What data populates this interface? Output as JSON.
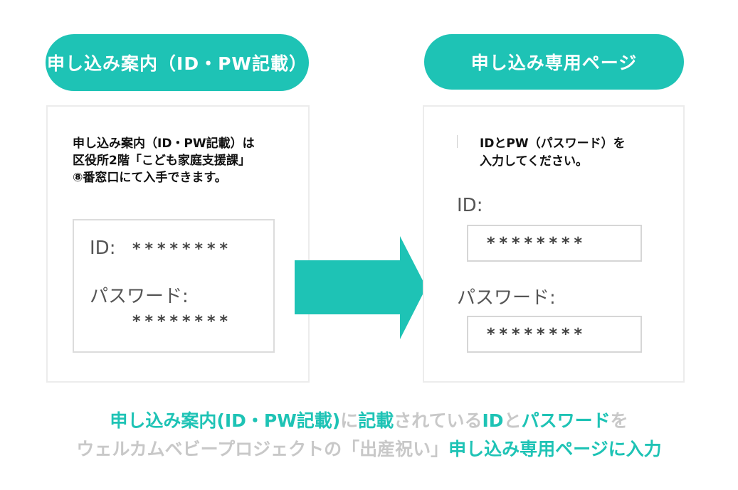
{
  "colors": {
    "accent": "#1ec3b5",
    "muted": "#c8c8c8"
  },
  "left_header": "申し込み案内（ID・PW記載）",
  "right_header": "申し込み専用ページ",
  "left_card": {
    "lines": [
      "申し込み案内（ID・PW記載）は",
      "区役所2階「こども家庭支援課」",
      "⑧番窓口にて入手できます。"
    ],
    "id_label": "ID:",
    "id_value": "********",
    "pw_label": "パスワード:",
    "pw_value": "********"
  },
  "right_card": {
    "lines": [
      "IDとPW（パスワード）を",
      "入力してください。"
    ],
    "id_label": "ID:",
    "id_value": "********",
    "pw_label": "パスワード:",
    "pw_value": "********"
  },
  "arrow_icon": "right-arrow-icon",
  "caption_line1": [
    {
      "text": "申し込み案内(ID・PW記載)",
      "tone": "teal"
    },
    {
      "text": "に",
      "tone": "gray"
    },
    {
      "text": "記載",
      "tone": "teal"
    },
    {
      "text": "されている",
      "tone": "gray"
    },
    {
      "text": "ID",
      "tone": "teal"
    },
    {
      "text": "と",
      "tone": "gray"
    },
    {
      "text": "パスワード",
      "tone": "teal"
    },
    {
      "text": "を",
      "tone": "gray"
    }
  ],
  "caption_line2": [
    {
      "text": "ウェルカムベビープロジェクトの「出産祝い」",
      "tone": "gray"
    },
    {
      "text": "申し込み専用ページに入力",
      "tone": "teal"
    }
  ]
}
